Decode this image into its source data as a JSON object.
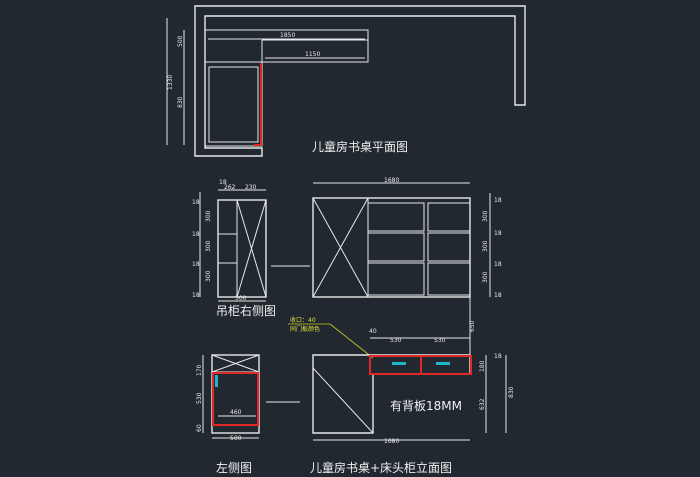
{
  "labels": {
    "plan_title": "儿童房书桌平面图",
    "hanging_side_title": "吊柜右侧图",
    "left_side_title": "左侧图",
    "elevation_title": "儿童房书桌+床头柜立面图",
    "back_panel_note": "有背板18MM"
  },
  "annotation": {
    "line1": "收口：40",
    "line2": "同门板颜色"
  },
  "dims": {
    "plan_1850": "1850",
    "plan_1150": "1150",
    "plan_500": "500",
    "plan_1330": "1330",
    "plan_830": "830",
    "side_18": "18",
    "side_262": "262",
    "side_230": "230",
    "side_500": "500",
    "side_300": "300",
    "elev_1680": "1680",
    "elev_40": "40",
    "elev_530": "530",
    "elev_650": "650",
    "elev_180": "180",
    "elev_632": "632",
    "elev_830": "830",
    "left_170": "170",
    "left_530": "530",
    "left_60": "60",
    "left_460": "460",
    "left_500": "500",
    "bot_1680": "1680"
  }
}
